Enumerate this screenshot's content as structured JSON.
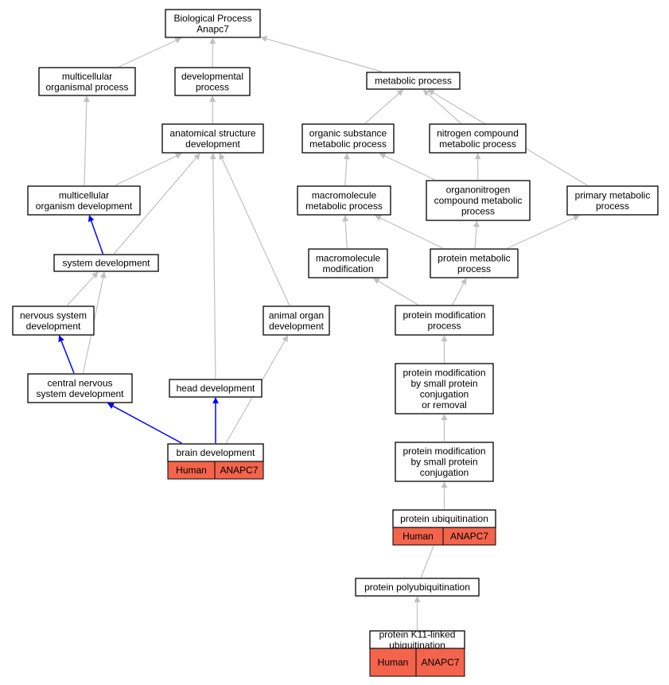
{
  "colors": {
    "background": "#ffffff",
    "node_border": "#000000",
    "edge_default": "#c0c0c0",
    "edge_highlight": "#0000ff",
    "annotation_fill": "#f4644c"
  },
  "nodes": [
    {
      "id": "bp",
      "lines": [
        "Biological Process",
        "Anapc7"
      ]
    },
    {
      "id": "mop",
      "lines": [
        "multicellular",
        "organismal process"
      ]
    },
    {
      "id": "dp",
      "lines": [
        "developmental",
        "process"
      ]
    },
    {
      "id": "metp",
      "lines": [
        "metabolic process"
      ]
    },
    {
      "id": "asd",
      "lines": [
        "anatomical structure",
        "development"
      ]
    },
    {
      "id": "osmp",
      "lines": [
        "organic substance",
        "metabolic process"
      ]
    },
    {
      "id": "ncmp",
      "lines": [
        "nitrogen compound",
        "metabolic process"
      ]
    },
    {
      "id": "mod",
      "lines": [
        "multicellular",
        "organism development"
      ]
    },
    {
      "id": "mmp",
      "lines": [
        "macromolecule",
        "metabolic process"
      ]
    },
    {
      "id": "oncmp",
      "lines": [
        "organonitrogen",
        "compound metabolic",
        "process"
      ]
    },
    {
      "id": "pmp",
      "lines": [
        "primary metabolic",
        "process"
      ]
    },
    {
      "id": "sd",
      "lines": [
        "system development"
      ]
    },
    {
      "id": "mm",
      "lines": [
        "macromolecule",
        "modification"
      ]
    },
    {
      "id": "protmp",
      "lines": [
        "protein metabolic",
        "process"
      ]
    },
    {
      "id": "nsd",
      "lines": [
        "nervous system",
        "development"
      ]
    },
    {
      "id": "aod",
      "lines": [
        "animal organ",
        "development"
      ]
    },
    {
      "id": "pmodp",
      "lines": [
        "protein modification",
        "process"
      ]
    },
    {
      "id": "cnsd",
      "lines": [
        "central nervous",
        "system development"
      ]
    },
    {
      "id": "hd",
      "lines": [
        "head development"
      ]
    },
    {
      "id": "pmspcr",
      "lines": [
        "protein modification",
        "by small protein",
        "conjugation",
        "or removal"
      ]
    },
    {
      "id": "bd",
      "lines": [
        "brain development"
      ],
      "tags": [
        "Human",
        "ANAPC7"
      ]
    },
    {
      "id": "pmspc",
      "lines": [
        "protein modification",
        "by small protein",
        "conjugation"
      ]
    },
    {
      "id": "pu",
      "lines": [
        "protein ubiquitination"
      ],
      "tags": [
        "Human",
        "ANAPC7"
      ]
    },
    {
      "id": "ppu",
      "lines": [
        "protein polyubiquitination"
      ]
    },
    {
      "id": "pk11",
      "lines": [
        "protein K11-linked",
        "ubiquitination"
      ],
      "tags": [
        "Human",
        "ANAPC7"
      ]
    }
  ],
  "edges": [
    {
      "from": "mop",
      "to": "bp",
      "highlight": false
    },
    {
      "from": "dp",
      "to": "bp",
      "highlight": false
    },
    {
      "from": "metp",
      "to": "bp",
      "highlight": false
    },
    {
      "from": "asd",
      "to": "dp",
      "highlight": false
    },
    {
      "from": "mod",
      "to": "mop",
      "highlight": false
    },
    {
      "from": "mod",
      "to": "asd",
      "highlight": false
    },
    {
      "from": "sd",
      "to": "mod",
      "highlight": true
    },
    {
      "from": "sd",
      "to": "asd",
      "highlight": false
    },
    {
      "from": "nsd",
      "to": "sd",
      "highlight": false
    },
    {
      "from": "cnsd",
      "to": "nsd",
      "highlight": true
    },
    {
      "from": "cnsd",
      "to": "sd",
      "highlight": false
    },
    {
      "from": "bd",
      "to": "cnsd",
      "highlight": true
    },
    {
      "from": "bd",
      "to": "hd",
      "highlight": true
    },
    {
      "from": "bd",
      "to": "aod",
      "highlight": false
    },
    {
      "from": "hd",
      "to": "asd",
      "highlight": false
    },
    {
      "from": "aod",
      "to": "asd",
      "highlight": false
    },
    {
      "from": "osmp",
      "to": "metp",
      "highlight": false
    },
    {
      "from": "ncmp",
      "to": "metp",
      "highlight": false
    },
    {
      "from": "pmp",
      "to": "metp",
      "highlight": false
    },
    {
      "from": "mmp",
      "to": "osmp",
      "highlight": false
    },
    {
      "from": "oncmp",
      "to": "osmp",
      "highlight": false
    },
    {
      "from": "oncmp",
      "to": "ncmp",
      "highlight": false
    },
    {
      "from": "mm",
      "to": "mmp",
      "highlight": false
    },
    {
      "from": "protmp",
      "to": "mmp",
      "highlight": false
    },
    {
      "from": "protmp",
      "to": "oncmp",
      "highlight": false
    },
    {
      "from": "protmp",
      "to": "pmp",
      "highlight": false
    },
    {
      "from": "pmodp",
      "to": "mm",
      "highlight": false
    },
    {
      "from": "pmodp",
      "to": "protmp",
      "highlight": false
    },
    {
      "from": "pmspcr",
      "to": "pmodp",
      "highlight": false
    },
    {
      "from": "pmspc",
      "to": "pmspcr",
      "highlight": false
    },
    {
      "from": "pu",
      "to": "pmspc",
      "highlight": false
    },
    {
      "from": "ppu",
      "to": "pu",
      "highlight": false
    },
    {
      "from": "pk11",
      "to": "ppu",
      "highlight": false
    }
  ]
}
